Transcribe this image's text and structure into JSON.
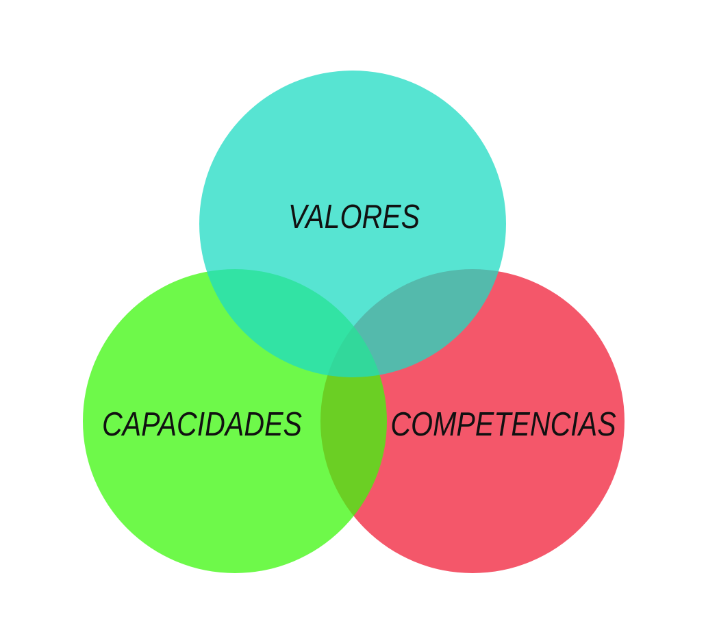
{
  "venn": {
    "background": "#FFFFFF",
    "text_color": "#111111",
    "circles": [
      {
        "id": "valores",
        "label": "VALORES",
        "fill": "rgba(31, 219, 195, 0.75)",
        "appearance_hex": "#57E4D2",
        "position": "top"
      },
      {
        "id": "capacidades",
        "label": "CAPACIDADES",
        "fill": "rgba(61, 247, 13, 0.75)",
        "appearance_hex": "#6EF94A",
        "position": "bottom-left"
      },
      {
        "id": "competencias",
        "label": "COMPETENCIAS",
        "fill": "rgba(240, 31, 56, 0.75)",
        "appearance_hex": "#F4576A",
        "position": "bottom-right"
      }
    ],
    "overlap_colors": {
      "valores_capacidades": "#33E2A5",
      "valores_competencias": "#55B5AD",
      "capacidades_competencias": "#6CCC1B",
      "triple_center": "#32D799"
    }
  }
}
